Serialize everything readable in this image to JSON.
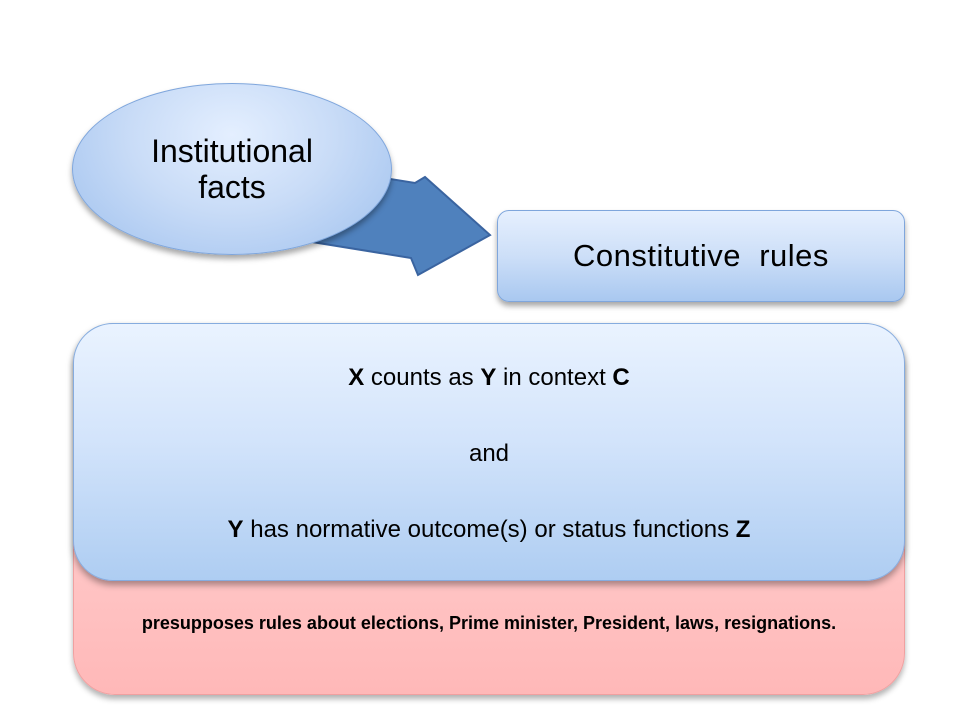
{
  "ellipse": {
    "label": "Institutional facts"
  },
  "rules_box": {
    "label": "Constitutive  rules"
  },
  "blue_box": {
    "line1": {
      "x": "X",
      "counts_as": " counts as ",
      "y": "Y",
      "in_context": " in context ",
      "c": "C"
    },
    "line2": "and",
    "line3": {
      "y": "Y",
      "rest": " has normative outcome(s) or status functions ",
      "z": "Z"
    }
  },
  "pink_box": {
    "text": "presupposes rules about elections, Prime minister, President, laws, resignations."
  },
  "colors": {
    "arrow_fill": "#4f81bd",
    "arrow_stroke": "#3a64a0",
    "blue_shape": "#c9dcf7",
    "pink_shape": "#ffc9c9"
  }
}
